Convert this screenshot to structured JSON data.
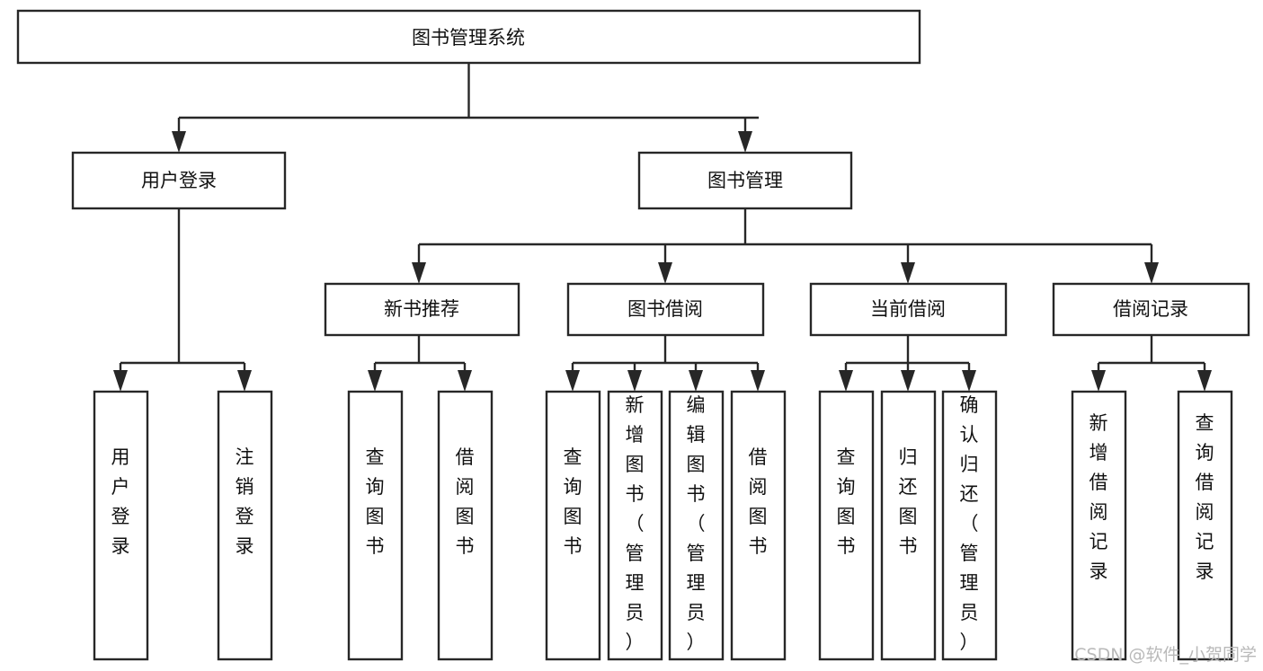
{
  "diagram": {
    "title": "图书管理系统",
    "type": "hierarchy-tree",
    "levels": 4,
    "colors": {
      "stroke": "#272727",
      "node_fill": "#ffffff",
      "text": "#111111",
      "background": "#ffffff",
      "watermark": "#b9b9b9"
    },
    "nodes": {
      "root": {
        "label": "图书管理系统",
        "orientation": "horizontal"
      },
      "level2": [
        {
          "id": "user-login",
          "label": "用户登录",
          "orientation": "horizontal"
        },
        {
          "id": "book-management",
          "label": "图书管理",
          "orientation": "horizontal"
        }
      ],
      "level3": [
        {
          "id": "new-book-recommend",
          "label": "新书推荐",
          "orientation": "horizontal",
          "parent": "book-management"
        },
        {
          "id": "book-borrow",
          "label": "图书借阅",
          "orientation": "horizontal",
          "parent": "book-management"
        },
        {
          "id": "current-borrow",
          "label": "当前借阅",
          "orientation": "horizontal",
          "parent": "book-management"
        },
        {
          "id": "borrow-record",
          "label": "借阅记录",
          "orientation": "horizontal",
          "parent": "book-management"
        }
      ],
      "leaves": [
        {
          "id": "leaf-user-login",
          "label": "用户登录",
          "orientation": "vertical",
          "parent": "user-login"
        },
        {
          "id": "leaf-user-logout",
          "label": "注销登录",
          "orientation": "vertical",
          "parent": "user-login"
        },
        {
          "id": "leaf-query-book-1",
          "label": "查询图书",
          "orientation": "vertical",
          "parent": "new-book-recommend"
        },
        {
          "id": "leaf-borrow-book-1",
          "label": "借阅图书",
          "orientation": "vertical",
          "parent": "new-book-recommend"
        },
        {
          "id": "leaf-query-book-2",
          "label": "查询图书",
          "orientation": "vertical",
          "parent": "book-borrow"
        },
        {
          "id": "leaf-add-book",
          "label": "新增图书（管理员）",
          "orientation": "vertical",
          "parent": "book-borrow"
        },
        {
          "id": "leaf-edit-book",
          "label": "编辑图书（管理员）",
          "orientation": "vertical",
          "parent": "book-borrow"
        },
        {
          "id": "leaf-borrow-book-2",
          "label": "借阅图书",
          "orientation": "vertical",
          "parent": "book-borrow"
        },
        {
          "id": "leaf-query-book-3",
          "label": "查询图书",
          "orientation": "vertical",
          "parent": "current-borrow"
        },
        {
          "id": "leaf-return-book",
          "label": "归还图书",
          "orientation": "vertical",
          "parent": "current-borrow"
        },
        {
          "id": "leaf-confirm-return",
          "label": "确认归还（管理员）",
          "orientation": "vertical",
          "parent": "current-borrow"
        },
        {
          "id": "leaf-add-record",
          "label": "新增借阅记录",
          "orientation": "vertical",
          "parent": "borrow-record"
        },
        {
          "id": "leaf-query-record",
          "label": "查询借阅记录",
          "orientation": "vertical",
          "parent": "borrow-record"
        }
      ]
    }
  },
  "watermark": {
    "text": "CSDN @软件_小贺同学"
  }
}
